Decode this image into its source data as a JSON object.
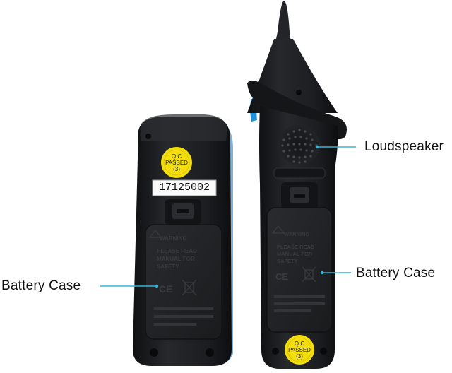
{
  "labels": {
    "battery_case_left": "Battery Case",
    "loudspeaker": "Loudspeaker",
    "battery_case_right": "Battery Case"
  },
  "receiver": {
    "serial_number": "17125002",
    "qc_seal": [
      "Q.C",
      "PASSED",
      "(3)"
    ],
    "warning_lines": [
      "WARNING",
      "PLEASE READ",
      "MANUAL FOR",
      "SAFETY"
    ]
  },
  "probe": {
    "qc_seal": [
      "Q.C",
      "PASSED",
      "(3)"
    ],
    "warning_lines": [
      "WARNING",
      "PLEASE READ",
      "MANUAL FOR",
      "SAFETY"
    ]
  },
  "colors": {
    "body": "#1b1c1e",
    "case_panel": "#232427",
    "seal": "#f4df0c",
    "leader": "#2fb7dd",
    "accent_blue": "#1e8fd8"
  }
}
